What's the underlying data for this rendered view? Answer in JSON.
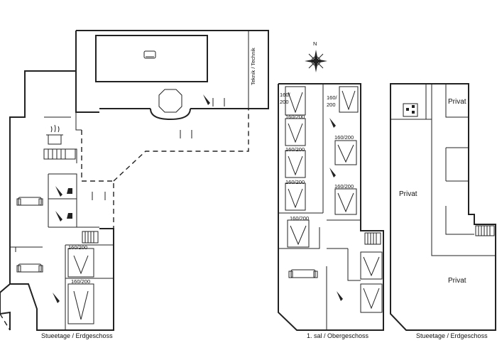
{
  "floors": {
    "ground_left": "Stueetage / Erdgeschoss",
    "first": "1. sal / Obergeschoss",
    "ground_right": "Stueetage / Erdgeschoss"
  },
  "rooms": {
    "technik": "Teknik / Technik",
    "privat": "Privat"
  },
  "compass": {
    "north": "N"
  },
  "beds": {
    "label": "160/200",
    "split_top": "160/",
    "split_bottom": "200"
  }
}
